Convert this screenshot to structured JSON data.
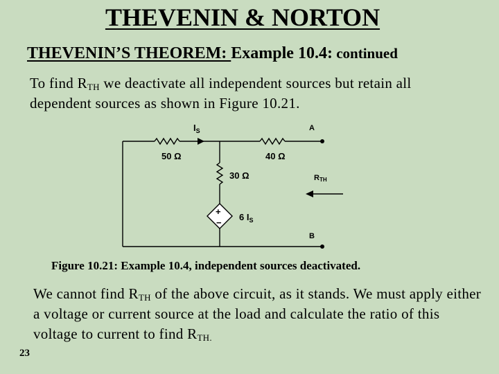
{
  "slide": {
    "title": "THEVENIN & NORTON",
    "subtitle_main": "THEVENIN’S THEOREM:  ",
    "subtitle_example": " Example 10.4:",
    "subtitle_continued": " continued",
    "para1_a": "To find R",
    "para1_sub": "TH",
    "para1_b": " we deactivate all independent sources but retain all dependent sources as shown in Figure 10.21.",
    "caption": "Figure 10.21:  Example 10.4, independent sources deactivated.",
    "para2_a": "We cannot find R",
    "para2_sub1": "TH",
    "para2_b": " of the above circuit, as it stands.  We must apply either a voltage or current source at the load and calculate the ratio of this voltage to current to find R",
    "para2_sub2": "TH.",
    "page_number": "23"
  },
  "circuit": {
    "current_label": "I",
    "current_sub": "S",
    "r1_label": "50 Ω",
    "r2_label": "40 Ω",
    "r3_label": "30 Ω",
    "dep_source_label": "6 I",
    "dep_source_sub": "S",
    "node_a": "A",
    "node_b": "B",
    "rth_label": "R",
    "rth_sub": "TH",
    "plus": "+",
    "minus": "−"
  }
}
